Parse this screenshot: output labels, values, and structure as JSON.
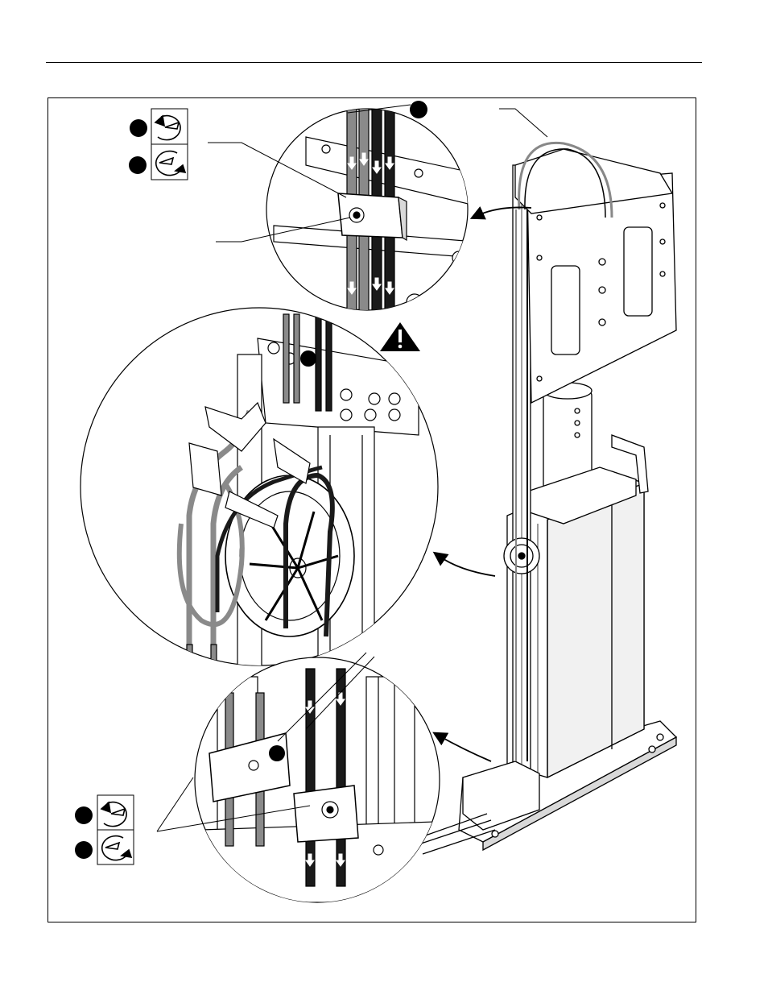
{
  "document": {
    "header_rule": "line",
    "figure_frame": "border"
  },
  "figure": {
    "steps": [
      {
        "id": "step-callout-1"
      },
      {
        "id": "step-callout-2"
      }
    ],
    "icons": [
      "loosen-wrench-icon",
      "tighten-wrench-icon",
      "warning-icon"
    ],
    "colors": {
      "line": "#000000",
      "cable_dark": "#1a1a1a",
      "cable_gray": "#8a8a8a",
      "metal": "#ffffff",
      "shade": "#d9d9d9"
    }
  }
}
